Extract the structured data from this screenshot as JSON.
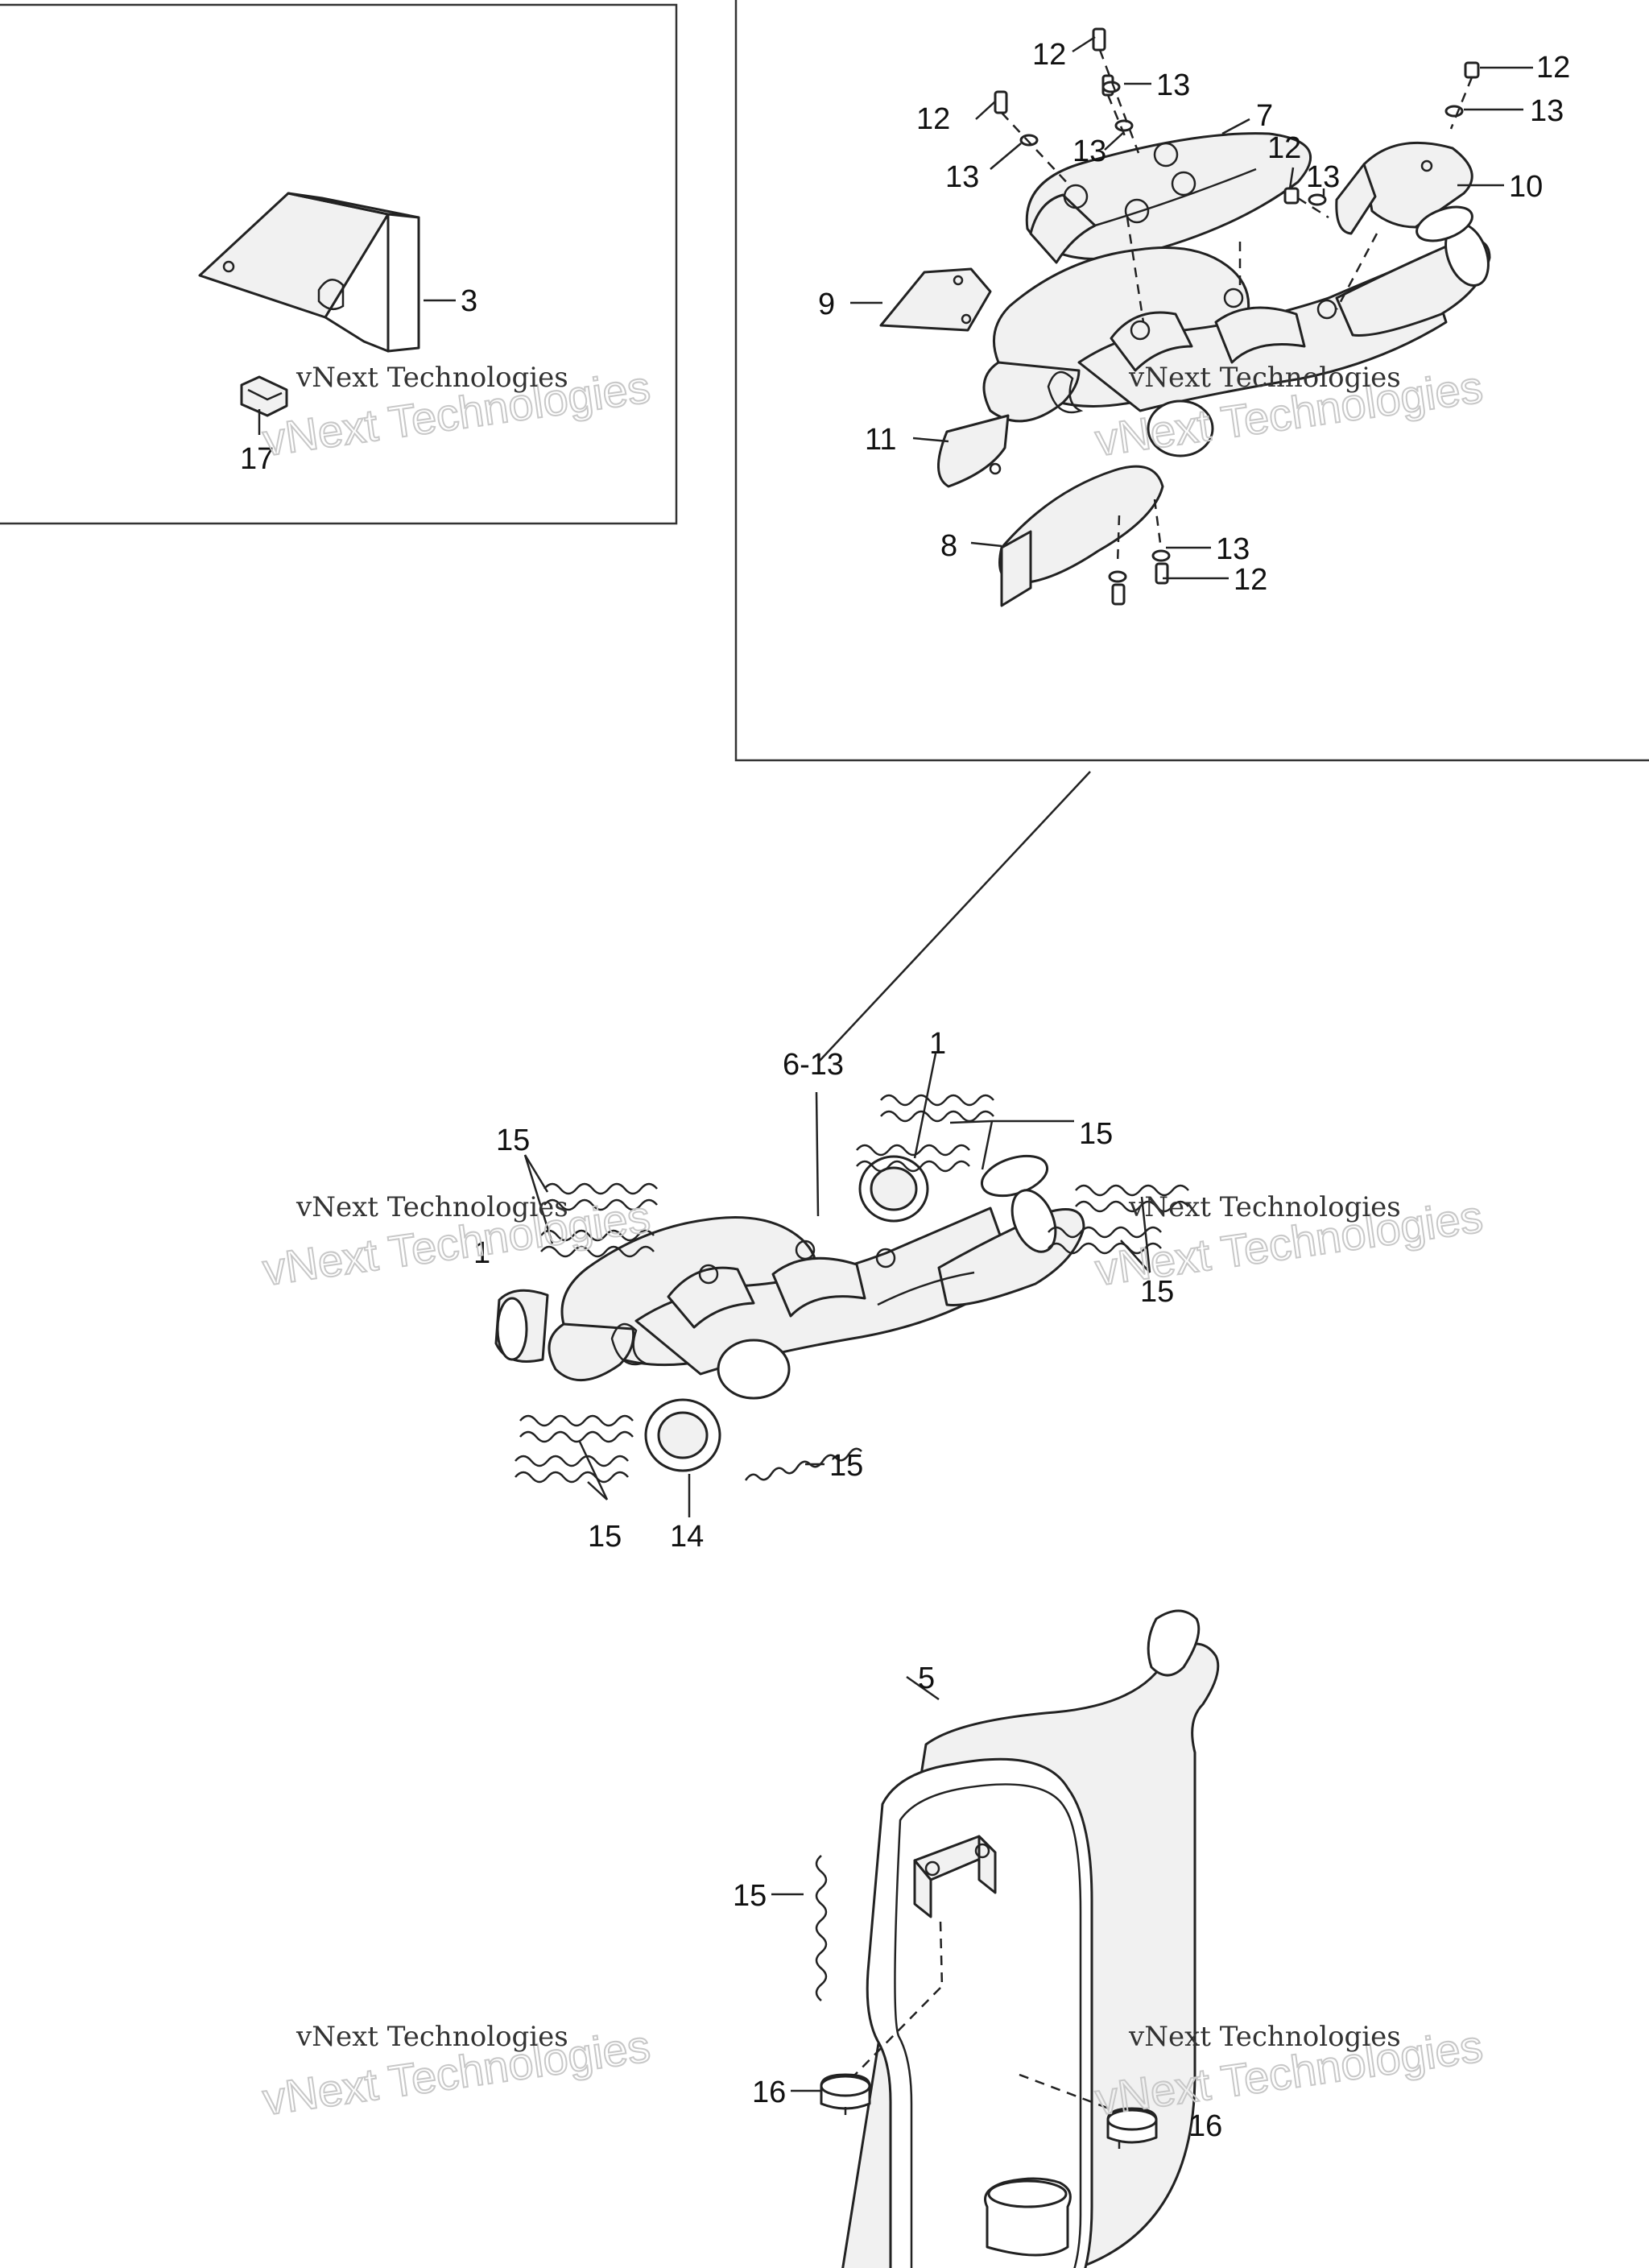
{
  "diagram": {
    "callouts": {
      "c3": "3",
      "c17": "17",
      "c12a": "12",
      "c13a": "13",
      "c12b": "12",
      "c13b": "13",
      "c12c": "12",
      "c13c": "13",
      "c13d": "13",
      "c7": "7",
      "c12d": "12",
      "c13e": "13",
      "c10": "10",
      "c9": "9",
      "c11": "11",
      "c8": "8",
      "c13f": "13",
      "c12e": "12",
      "c6_13": "6-13",
      "c1a": "1",
      "c15a": "15",
      "c15b": "15",
      "c1b": "1",
      "c15c": "15",
      "c15d": "15",
      "c15e": "15",
      "c14": "14",
      "c5": "5",
      "c15f": "15",
      "c16a": "16",
      "c16b": "16"
    },
    "watermarks": [
      {
        "line1": "vNext Technologies",
        "line2": "vNext Technologies"
      },
      {
        "line1": "vNext Technologies",
        "line2": "vNext Technologies"
      },
      {
        "line1": "vNext Technologies",
        "line2": "vNext Technologies"
      },
      {
        "line1": "vNext Technologies",
        "line2": "vNext Technologies"
      },
      {
        "line1": "vNext Technologies",
        "line2": "vNext Technologies"
      },
      {
        "line1": "vNext Technologies",
        "line2": "vNext Technologies"
      }
    ]
  }
}
